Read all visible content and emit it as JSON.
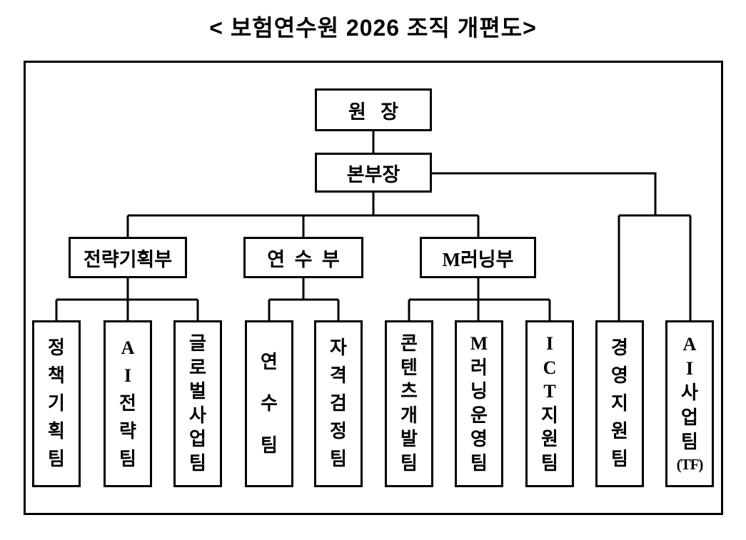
{
  "title": "< 보험연수원 2026 조직 개편도>",
  "colors": {
    "ink": "#000000",
    "background": "#ffffff"
  },
  "org": {
    "president": {
      "label": "원   장"
    },
    "division_head": {
      "label": "본부장"
    },
    "departments": [
      {
        "label": "전략기획부",
        "teams": [
          {
            "name": "정책기획팀",
            "lines": [
              "정",
              "책",
              "기",
              "획",
              "팀"
            ]
          },
          {
            "name": "AI전략팀",
            "lines": [
              "A",
              "I",
              "전",
              "략",
              "팀"
            ]
          },
          {
            "name": "글로벌사업팀",
            "lines": [
              "글",
              "로",
              "벌",
              "사",
              "업",
              "팀"
            ]
          }
        ]
      },
      {
        "label": "연  수  부",
        "teams": [
          {
            "name": "연수팀",
            "lines": [
              "연",
              "수",
              "팀"
            ]
          },
          {
            "name": "자격검정팀",
            "lines": [
              "자",
              "격",
              "검",
              "정",
              "팀"
            ]
          }
        ]
      },
      {
        "label": "M러닝부",
        "teams": [
          {
            "name": "콘텐츠개발팀",
            "lines": [
              "콘",
              "텐",
              "츠",
              "개",
              "발",
              "팀"
            ]
          },
          {
            "name": "M러닝운영팀",
            "lines": [
              "M",
              "러",
              "닝",
              "운",
              "영",
              "팀"
            ]
          },
          {
            "name": "ICT지원팀",
            "lines": [
              "I",
              "C",
              "T",
              "지",
              "원",
              "팀"
            ]
          }
        ]
      }
    ],
    "direct_teams": [
      {
        "name": "경영지원팀",
        "lines": [
          "경",
          "영",
          "지",
          "원",
          "팀"
        ]
      },
      {
        "name": "AI사업팀(TF)",
        "lines": [
          "A",
          "I",
          "사",
          "업",
          "팀",
          "(TF)"
        ]
      }
    ]
  }
}
